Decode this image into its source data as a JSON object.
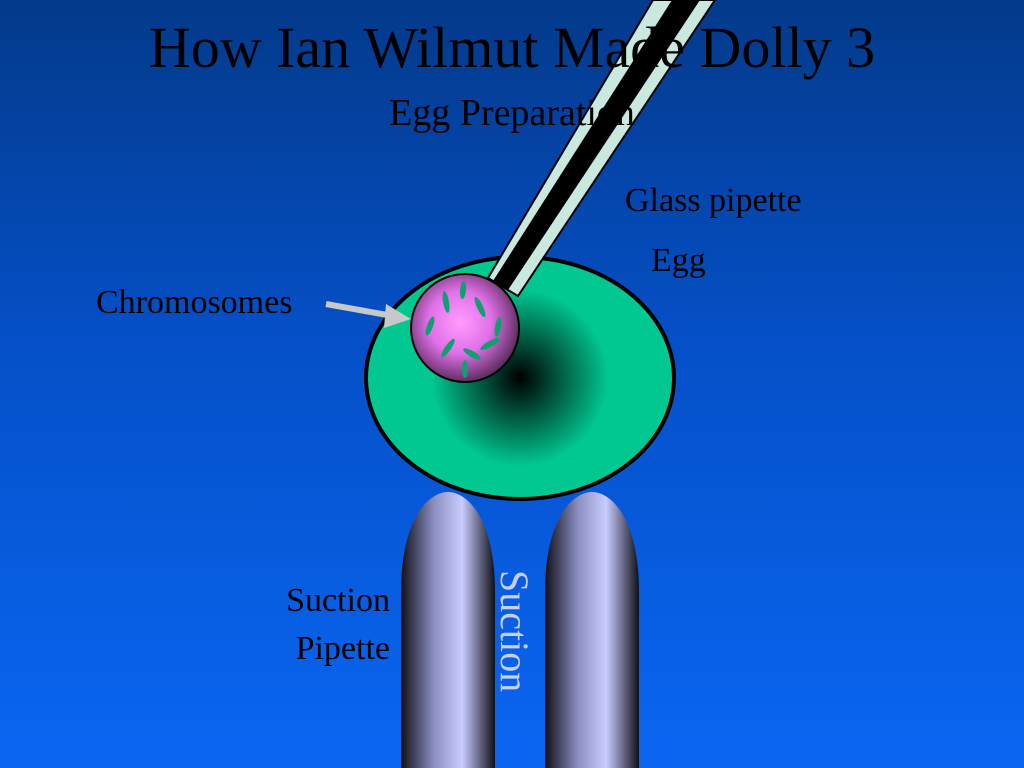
{
  "slide": {
    "title": "How Ian Wilmut Made Dolly 3",
    "subtitle": "Egg Preparation"
  },
  "labels": {
    "glass_pipette": "Glass pipette",
    "egg": "Egg",
    "chromosomes": "Chromosomes",
    "suction_pipette_line1": "Suction",
    "suction_pipette_line2": "Pipette",
    "suction": "Suction"
  },
  "colors": {
    "background_top": "#033a8a",
    "background_bottom": "#0a66f2",
    "egg": "#00c890",
    "nucleus": "#e070e8",
    "chromosome": "#10a070",
    "pipette_glass": "#c8e8e0",
    "suction_pipette": "#c8ccff",
    "suction_text": "#c8cdf2",
    "arrow": "#c8c8c8"
  }
}
